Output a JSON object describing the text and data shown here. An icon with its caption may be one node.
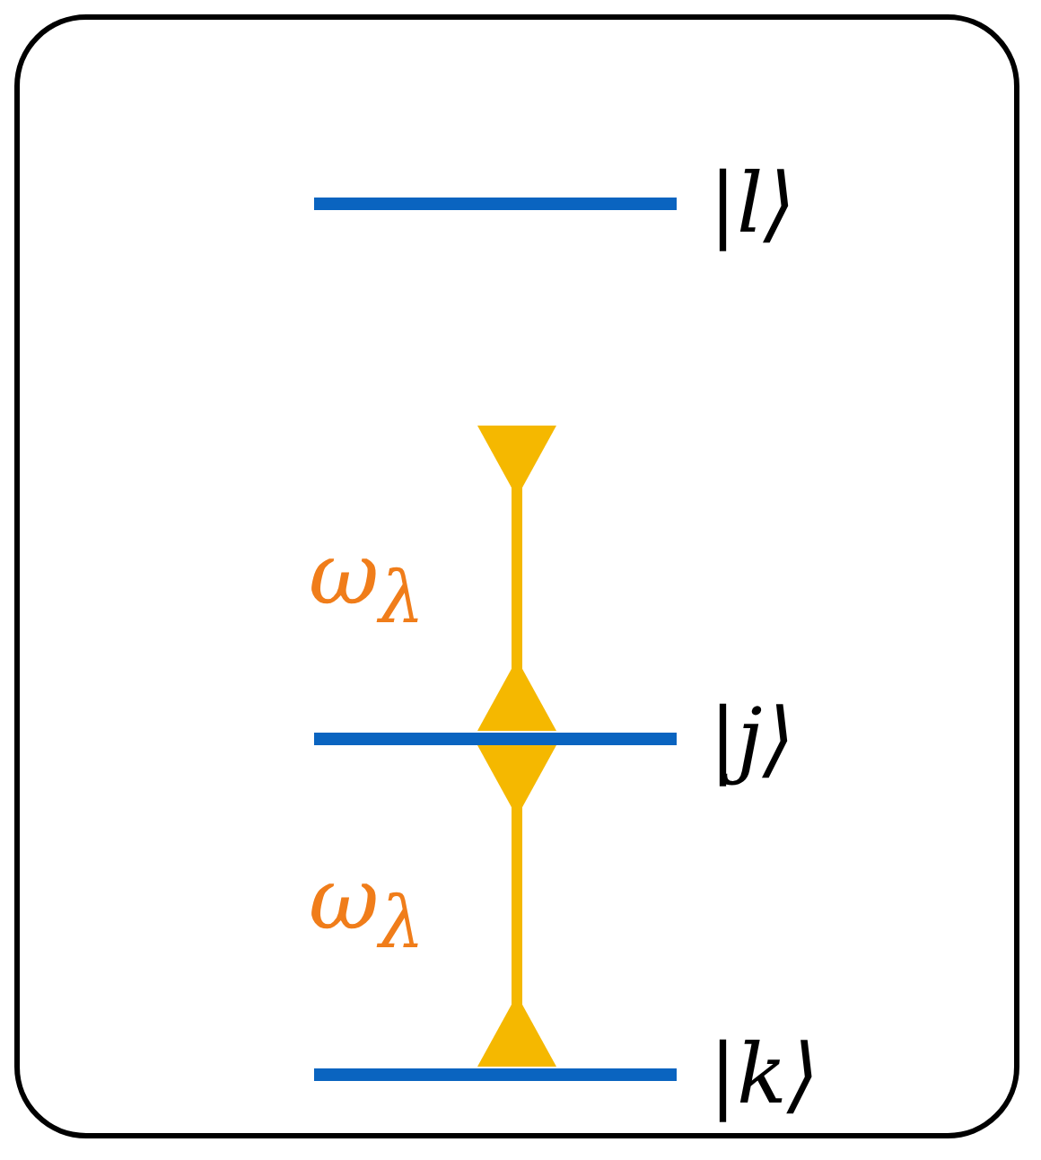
{
  "diagram": {
    "nodes": [
      {
        "text": [],
        "shape": "box"
      },
      {
        "text": [
          "|l⟩"
        ],
        "in": 0
      },
      {
        "text": [
          "|j⟩"
        ],
        "in": 0
      },
      {
        "text": [
          "|k⟩"
        ],
        "in": 0
      }
    ],
    "edges": [
      {
        "from": 2,
        "to": null,
        "arrow": "other",
        "label": "ω$_{λ}$"
      },
      {
        "from": 3,
        "to": 2,
        "arrow": "other",
        "label": "ω$_{λ}$"
      }
    ]
  }
}
